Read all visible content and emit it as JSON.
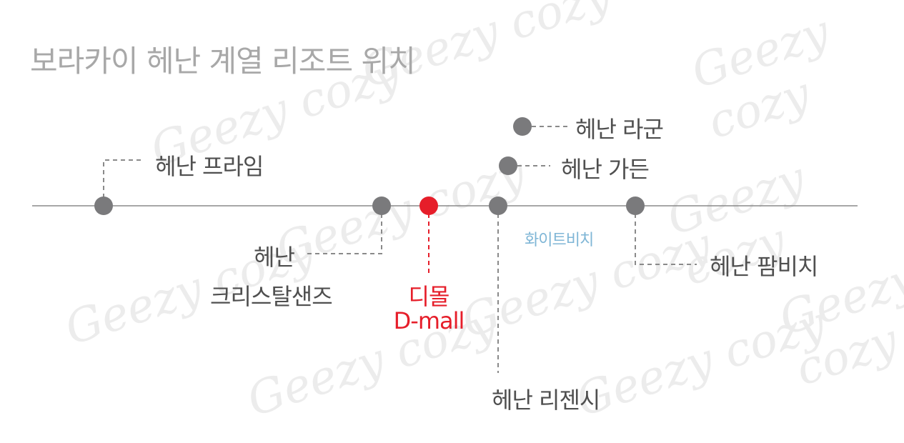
{
  "title": "보라카이 헤난 계열 리조트 위치",
  "watermark": "Geezy cozy",
  "colors": {
    "line": "#8a8a8a",
    "dot": "#7a7a7c",
    "highlight": "#e61e2a",
    "note": "#7fb6d6",
    "title": "#a8a8a8",
    "text": "#4f4f4f"
  },
  "locations": {
    "prime": "헤난 프라임",
    "crystal_line1": "헤난",
    "crystal_line2": "크리스탈샌즈",
    "dmall_line1": "디몰",
    "dmall_line2": "D-mall",
    "regency": "헤난 리젠시",
    "lagoon": "헤난 라군",
    "garden": "헤난 가든",
    "palm": "헤난 팜비치"
  },
  "note_whitebeach": "화이트비치"
}
